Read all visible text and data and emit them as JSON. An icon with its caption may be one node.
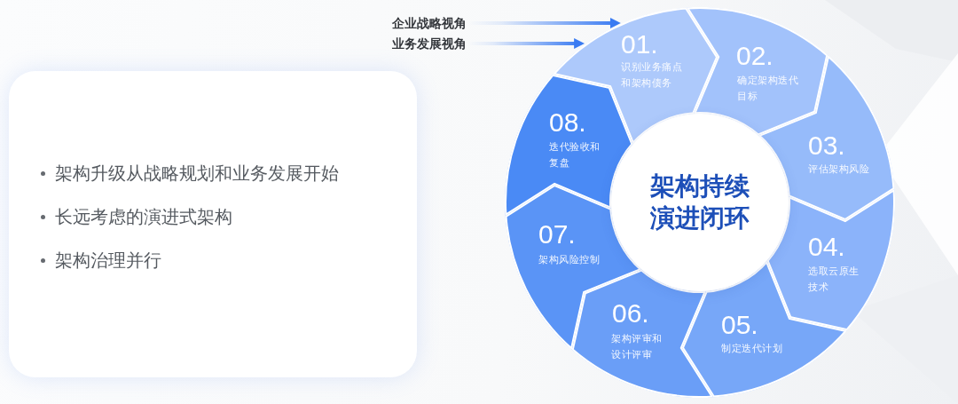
{
  "diagram": {
    "nodes": [
      {
        "text": [
          "架构升级从战略规划和业务发展开始",
          "长远考虑的演进式架构",
          "架构治理并行"
        ]
      },
      {
        "text": [
          "企业战略视角"
        ]
      },
      {
        "text": [
          "业务发展视角"
        ]
      },
      {
        "text": [
          "01.",
          "识别业务痛点和架构债务"
        ]
      },
      {
        "text": [
          "02.",
          "确定架构迭代目标"
        ]
      },
      {
        "text": [
          "03.",
          "评估架构风险"
        ]
      },
      {
        "text": [
          "04.",
          "选取云原生技术"
        ]
      },
      {
        "text": [
          "05.",
          "制定迭代计划"
        ]
      },
      {
        "text": [
          "06.",
          "架构评审和设计评审"
        ]
      },
      {
        "text": [
          "07.",
          "架构风险控制"
        ]
      },
      {
        "text": [
          "08.",
          "迭代验收和复盘"
        ]
      },
      {
        "text": [
          "架构持续演进闭环"
        ]
      }
    ],
    "edges": [
      {
        "from": 1,
        "to": 3,
        "arrow": "to"
      },
      {
        "from": 2,
        "to": 3,
        "arrow": "to"
      }
    ]
  }
}
